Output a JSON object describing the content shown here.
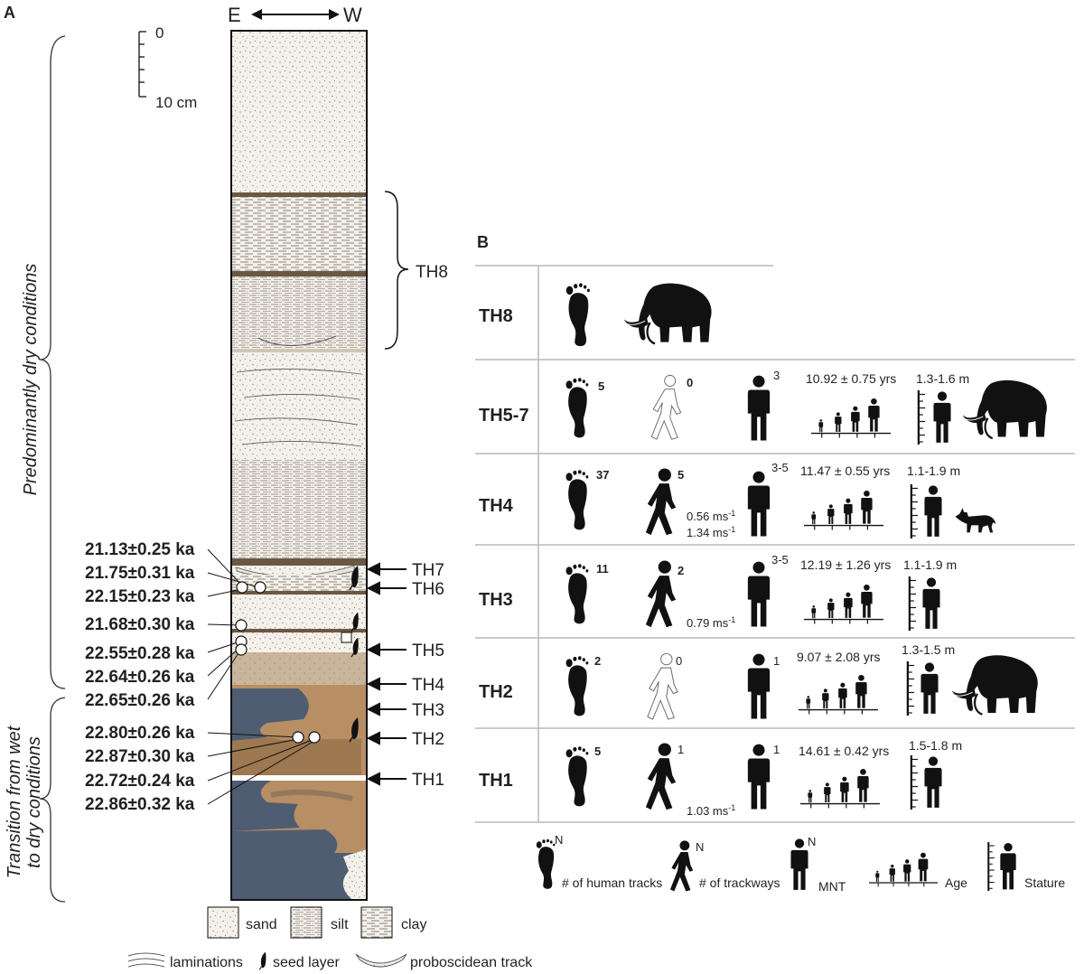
{
  "panel_a": {
    "label": "A",
    "direction": {
      "left": "E",
      "right": "W"
    },
    "scale": {
      "top": "0",
      "bottom": "10 cm"
    },
    "conditions": {
      "upper": "Predominantly dry conditions",
      "lower_line1": "Transition from wet",
      "lower_line2": "to dry conditions"
    },
    "th8_label": "TH8",
    "layer_labels": [
      "TH7",
      "TH6",
      "TH5",
      "TH4",
      "TH3",
      "TH2",
      "TH1"
    ],
    "ages": [
      "21.13±0.25 ka",
      "21.75±0.31 ka",
      "22.15±0.23 ka",
      "21.68±0.30 ka",
      "22.55±0.28 ka",
      "22.64±0.26 ka",
      "22.65±0.26 ka",
      "22.80±0.26 ka",
      "22.87±0.30 ka",
      "22.72±0.24 ka",
      "22.86±0.32 ka"
    ],
    "legend": {
      "sand": "sand",
      "silt": "silt",
      "clay": "clay",
      "laminations": "laminations",
      "seed_layer": "seed layer",
      "proboscidean_track": "proboscidean track"
    }
  },
  "panel_b": {
    "label": "B",
    "rows": [
      {
        "name": "TH8"
      },
      {
        "name": "TH5-7",
        "tracks": "5",
        "trackways": "0",
        "mnt": "3",
        "age": "10.92 ± 0.75 yrs",
        "stature": "1.3-1.6 m"
      },
      {
        "name": "TH4",
        "tracks": "37",
        "trackways": "5",
        "mnt": "3-5",
        "speed1": "0.56 ms",
        "speed2": "1.34 ms",
        "age": "11.47 ± 0.55 yrs",
        "stature": "1.1-1.9 m"
      },
      {
        "name": "TH3",
        "tracks": "11",
        "trackways": "2",
        "mnt": "3-5",
        "speed1": "0.79 ms",
        "age": "12.19 ± 1.26 yrs",
        "stature": "1.1-1.9 m"
      },
      {
        "name": "TH2",
        "tracks": "2",
        "trackways": "0",
        "mnt": "1",
        "age": "9.07 ± 2.08 yrs",
        "stature": "1.3-1.5 m"
      },
      {
        "name": "TH1",
        "tracks": "5",
        "trackways": "1",
        "mnt": "1",
        "speed1": "1.03 ms",
        "age": "14.61 ± 0.42 yrs",
        "stature": "1.5-1.8 m"
      }
    ],
    "speed_exp": "-1",
    "legend": {
      "n": "N",
      "tracks": "# of human tracks",
      "trackways": "# of trackways",
      "mnt": "MNT",
      "age": "Age",
      "stature": "Stature"
    }
  }
}
